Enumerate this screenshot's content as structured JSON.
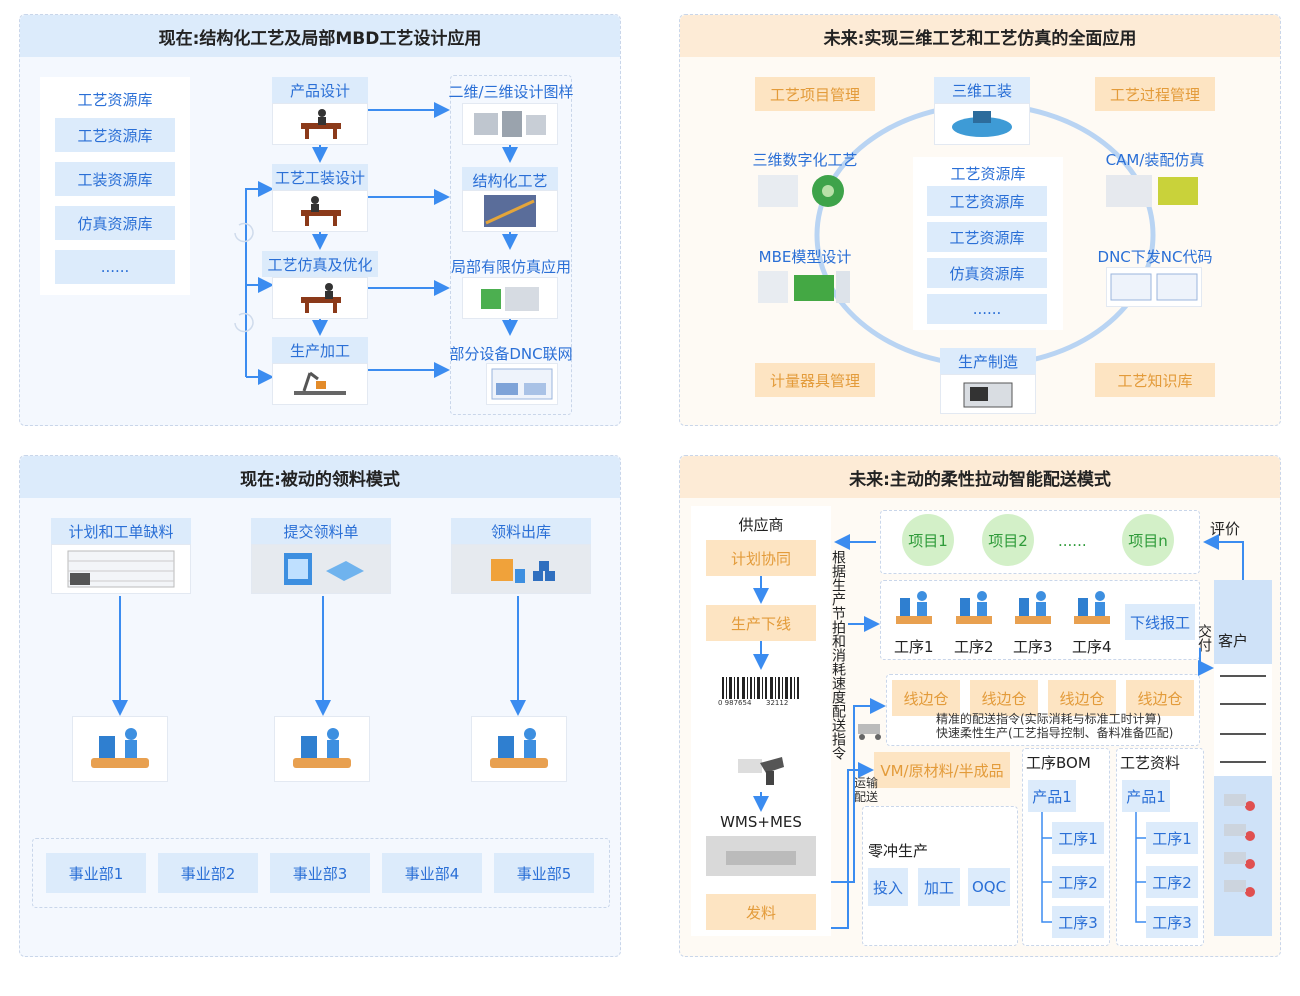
{
  "q1": {
    "title": "现在:结构化工艺及局部MBD工艺设计应用",
    "library": {
      "header": "工艺资源库",
      "items": [
        "工艺资源库",
        "工装资源库",
        "仿真资源库",
        "......"
      ]
    },
    "steps": [
      "产品设计",
      "工艺工装设计",
      "工艺仿真及优化",
      "生产加工"
    ],
    "outputs": [
      "二维/三维设计图样",
      "结构化工艺",
      "局部有限仿真应用",
      "部分设备DNC联网"
    ]
  },
  "q2": {
    "title": "未来:实现三维工艺和工艺仿真的全面应用",
    "corners": [
      "工艺项目管理",
      "工艺过程管理",
      "计量器具管理",
      "工艺知识库"
    ],
    "ring": [
      "三维工装",
      "三维数字化工艺",
      "CAM/装配仿真",
      "MBE模型设计",
      "DNC下发NC代码",
      "生产制造"
    ],
    "library": {
      "header": "工艺资源库",
      "items": [
        "工艺资源库",
        "工艺资源库",
        "仿真资源库",
        "......"
      ]
    }
  },
  "q3": {
    "title": "现在:被动的领料模式",
    "steps": [
      "计划和工单缺料",
      "提交领料单",
      "领料出库"
    ],
    "departments": [
      "事业部1",
      "事业部2",
      "事业部3",
      "事业部4",
      "事业部5"
    ]
  },
  "q4": {
    "title": "未来:主动的柔性拉动智能配送模式",
    "supplier": "供应商",
    "supplier_steps": [
      "计划协同",
      "生产下线"
    ],
    "barcode_nums": [
      "0 987654",
      "32112"
    ],
    "wms": "WMS+MES",
    "issue": "发料",
    "vertical_note": "根据生产节拍和消耗速度配送指令",
    "projects": [
      "项目1",
      "项目2",
      "......",
      "项目n"
    ],
    "rating": "评价",
    "processes": [
      "工序1",
      "工序2",
      "工序3",
      "工序4"
    ],
    "offline_report": "下线报工",
    "deliver": "交付",
    "customer": "客户",
    "line_stores": [
      "线边仓",
      "线边仓",
      "线边仓",
      "线边仓"
    ],
    "notes": [
      "精准的配送指令(实际消耗与标准工时计算)",
      "快速柔性生产(工艺指导控制、备料准备匹配)"
    ],
    "material": "VM/原材料/半成品",
    "transport": "运输配送",
    "zero": {
      "title": "零冲生产",
      "items": [
        "投入",
        "加工",
        "OQC"
      ]
    },
    "bom": {
      "title": "工序BOM",
      "product": "产品1",
      "items": [
        "工序1",
        "工序2",
        "工序3"
      ]
    },
    "docs": {
      "title": "工艺资料",
      "product": "产品1",
      "items": [
        "工序1",
        "工序2",
        "工序3"
      ]
    }
  },
  "colors": {
    "blue": "#2a6fd6",
    "orange": "#e39b3a",
    "arrow": "#3b8cf0",
    "ring": "#b9d4f3"
  }
}
